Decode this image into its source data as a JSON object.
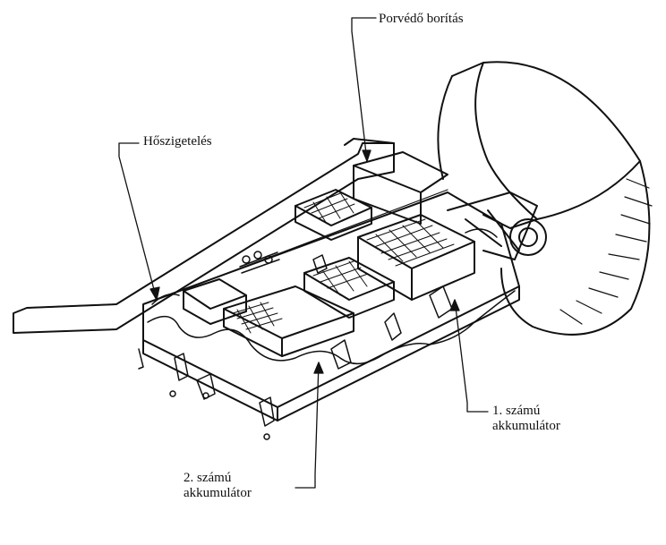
{
  "labels": {
    "dust_cover": "Porvédő borítás",
    "heat_insulation": "Hőszigetelés",
    "battery1_line1": "1. számú",
    "battery1_line2": "akkumulátor",
    "battery2_line1": "2. számú",
    "battery2_line2": "akkumulátor"
  },
  "style": {
    "ink": "#111111",
    "paper": "#ffffff"
  }
}
